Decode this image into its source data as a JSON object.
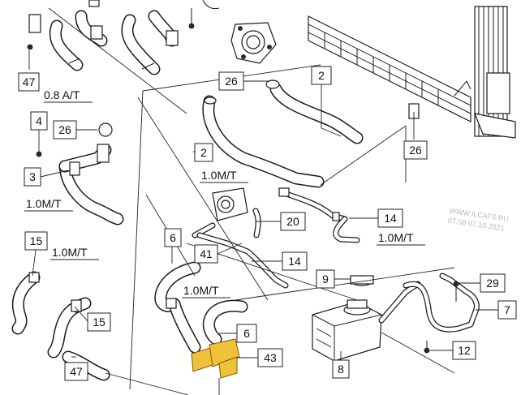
{
  "callouts": [
    {
      "id": "c47a",
      "text": "47"
    },
    {
      "id": "c4",
      "text": "4"
    },
    {
      "id": "c26a",
      "text": "26"
    },
    {
      "id": "c3",
      "text": "3"
    },
    {
      "id": "c15a",
      "text": "15"
    },
    {
      "id": "c15b",
      "text": "15"
    },
    {
      "id": "c47b",
      "text": "47"
    },
    {
      "id": "c26b",
      "text": "26"
    },
    {
      "id": "c2a",
      "text": "2"
    },
    {
      "id": "c2b",
      "text": "2"
    },
    {
      "id": "c26c",
      "text": "26"
    },
    {
      "id": "c6a",
      "text": "6"
    },
    {
      "id": "c20",
      "text": "20"
    },
    {
      "id": "c41",
      "text": "41"
    },
    {
      "id": "c14a",
      "text": "14"
    },
    {
      "id": "c14b",
      "text": "14"
    },
    {
      "id": "c9",
      "text": "9"
    },
    {
      "id": "c6b",
      "text": "6"
    },
    {
      "id": "c43",
      "text": "43"
    },
    {
      "id": "c8",
      "text": "8"
    },
    {
      "id": "c29",
      "text": "29"
    },
    {
      "id": "c7",
      "text": "7"
    },
    {
      "id": "c12",
      "text": "12"
    }
  ],
  "sections": [
    {
      "id": "s08at",
      "text": "0.8 A/T"
    },
    {
      "id": "s10mt_a",
      "text": "1.0M/T"
    },
    {
      "id": "s10mt_b",
      "text": "1.0M/T"
    },
    {
      "id": "s10mt_c",
      "text": "1.0M/T"
    },
    {
      "id": "s10mt_d",
      "text": "1.0M/T"
    },
    {
      "id": "s10mt_e",
      "text": "1.0M/T"
    }
  ],
  "watermark": {
    "line1": "WWW.ILCATS.RU",
    "line2": "07.58 07.10.2021"
  },
  "colors": {
    "highlight": "#f2c13b",
    "line": "#1a1a1a"
  }
}
